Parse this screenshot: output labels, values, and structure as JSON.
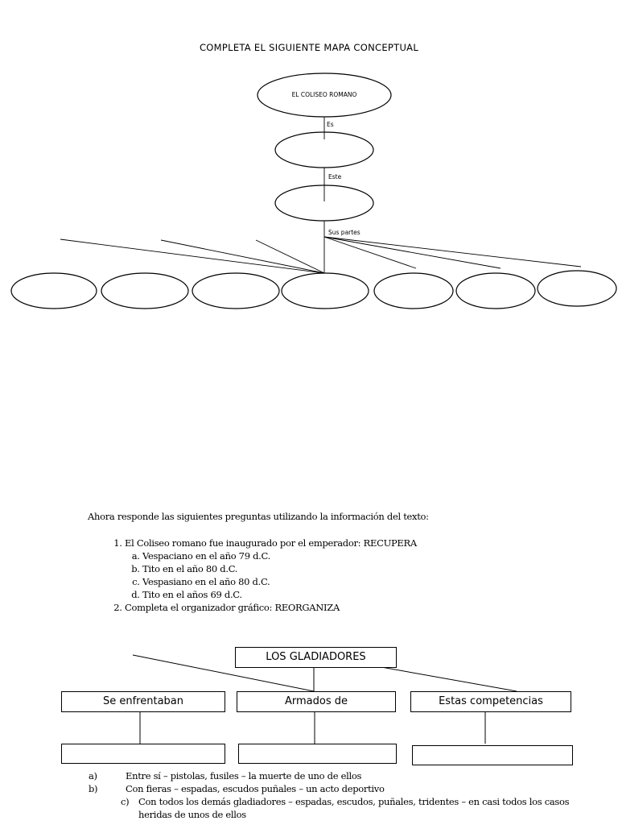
{
  "title": "COMPLETA EL SIGUIENTE MAPA CONCEPTUAL",
  "concept_map": {
    "root": "EL COLISEO ROMANO",
    "link1": "Es",
    "link2": "Este",
    "link3": "Sus partes"
  },
  "questions_intro": "Ahora responde  las siguientes preguntas utilizando la información del texto:",
  "questions": [
    {
      "text": "El Coliseo romano fue inaugurado por el emperador: RECUPERA",
      "options": [
        "Vespaciano en el año 79 d.C.",
        "Tito en el año 80 d.C.",
        "Vespasiano en el año 80 d.C.",
        "Tito en el años 69 d.C."
      ]
    },
    {
      "text": "Completa el organizador gráfico: REORGANIZA",
      "options": []
    }
  ],
  "organizer": {
    "top": "LOS GLADIADORES",
    "col1": "Se enfrentaban",
    "col2": "Armados de",
    "col3": "Estas competencias"
  },
  "answer_options": [
    {
      "letter": "a)",
      "text": "Entre sí – pistolas, fusiles – la muerte de uno  de ellos"
    },
    {
      "letter": "b)",
      "text": "Con fieras – espadas, escudos puñales – un acto deportivo"
    },
    {
      "letter": "c)",
      "text": "Con todos los demás gladiadores – espadas, escudos, puñales, tridentes – en casi todos los casos heridas de unos de ellos"
    }
  ]
}
